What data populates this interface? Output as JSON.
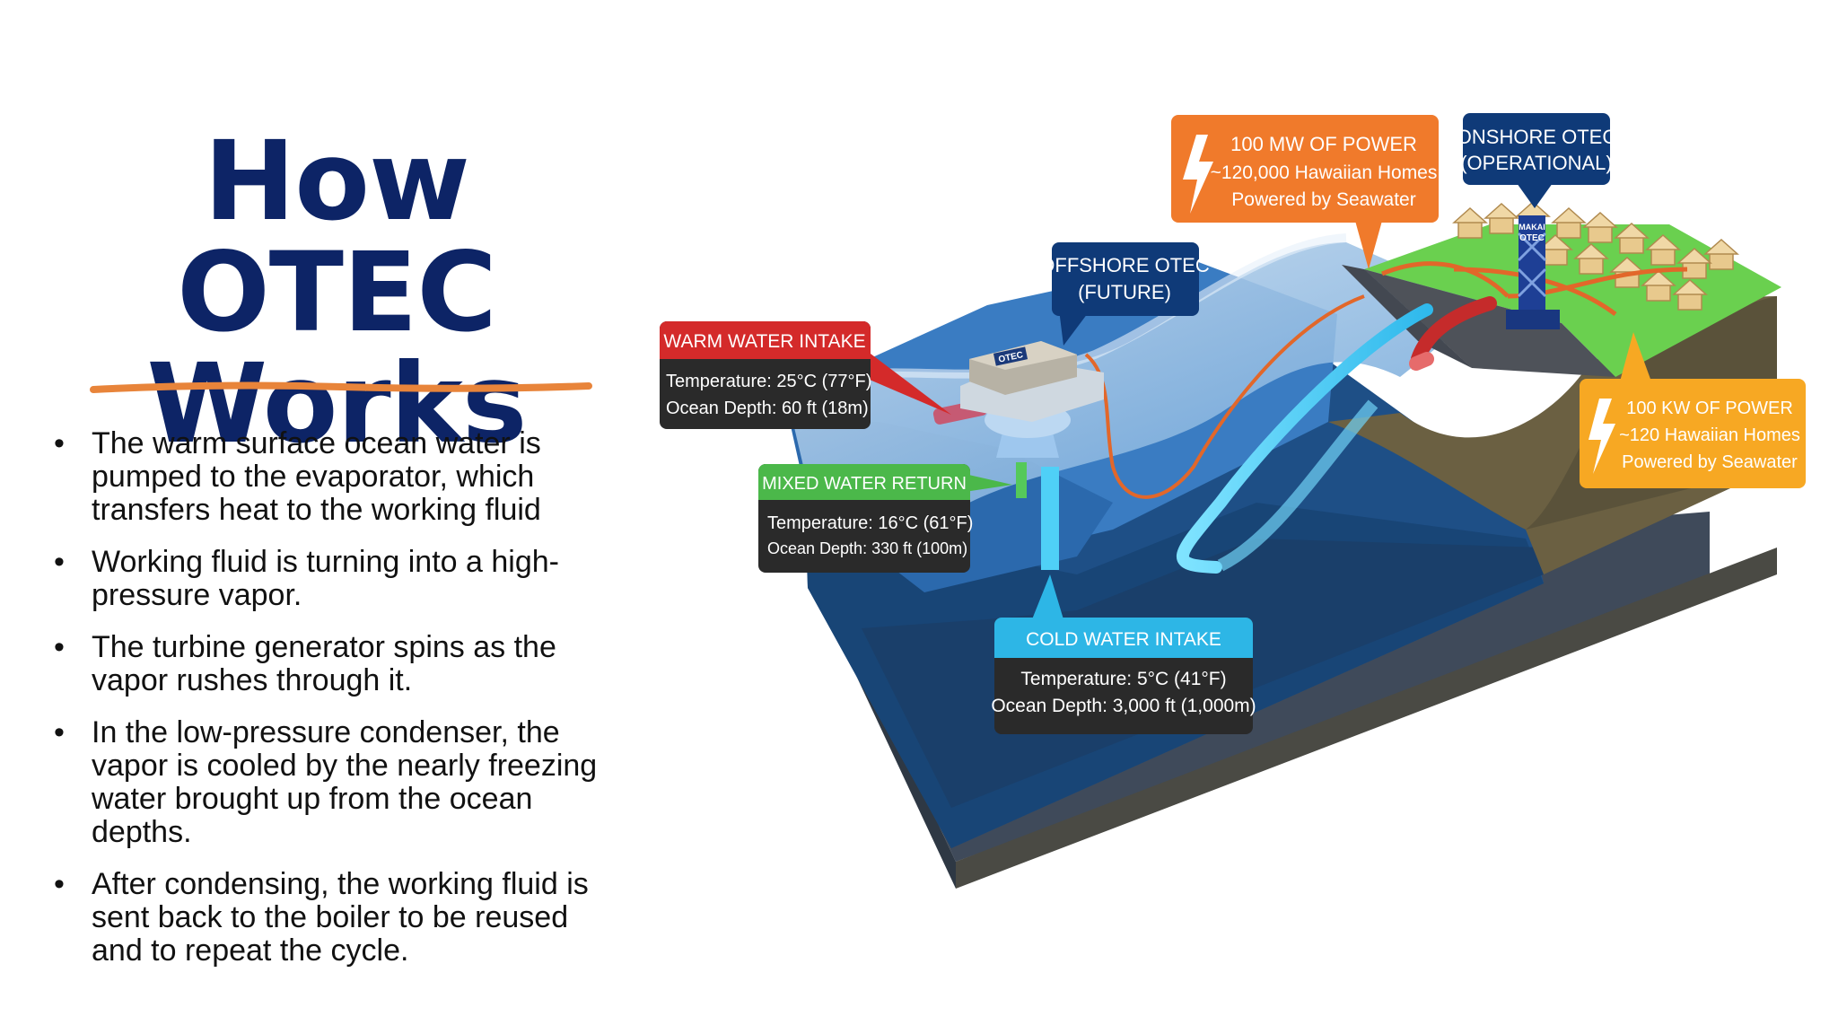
{
  "slide": {
    "title_line1": "How OTEC",
    "title_line2": "Works",
    "bullets": [
      "The warm surface ocean water is pumped to the evaporator, which transfers heat to the working fluid",
      "Working fluid is turning into a high-pressure vapor.",
      "The turbine generator spins as the vapor rushes through it.",
      "In the low-pressure condenser, the vapor is cooled by the nearly freezing water brought up from the ocean depths.",
      "After condensing, the working fluid is sent back to the boiler to be reused and to repeat the cycle."
    ],
    "bullet_glyph": "•"
  },
  "diagram": {
    "power_100mw": {
      "line1": "100 MW OF POWER",
      "line2": "~120,000 Hawaiian Homes",
      "line3": "Powered by Seawater"
    },
    "onshore": {
      "line1": "ONSHORE OTEC",
      "line2": "(OPERATIONAL)"
    },
    "offshore": {
      "line1": "OFFSHORE OTEC",
      "line2": "(FUTURE)"
    },
    "warm_intake": {
      "title": "WARM WATER INTAKE",
      "temp": "Temperature: 25°C (77°F)",
      "depth": "Ocean Depth: 60 ft (18m)"
    },
    "mixed_return": {
      "title": "MIXED WATER RETURN",
      "temp": "Temperature: 16°C (61°F)",
      "depth": "Ocean Depth: 330 ft (100m)"
    },
    "cold_intake": {
      "title": "COLD WATER INTAKE",
      "temp": "Temperature: 5°C (41°F)",
      "depth": "Ocean Depth: 3,000 ft (1,000m)"
    },
    "power_100kw": {
      "line1": "100 KW OF POWER",
      "line2": "~120 Hawaiian Homes",
      "line3": "Powered by Seawater"
    },
    "platform_label": "OTEC",
    "tower_label_1": "MAKAI",
    "tower_label_2": "OTEC"
  },
  "colors": {
    "title": "#0d2466",
    "underline": "#e8843a",
    "orange_box": "#f07a2b",
    "yellow_box": "#f7a823",
    "navy_box": "#0f3a78",
    "red_title": "#d42a2a",
    "green_title": "#4bb84a",
    "cyan_title": "#2db6e6",
    "dark_box": "#2a2a2a"
  }
}
